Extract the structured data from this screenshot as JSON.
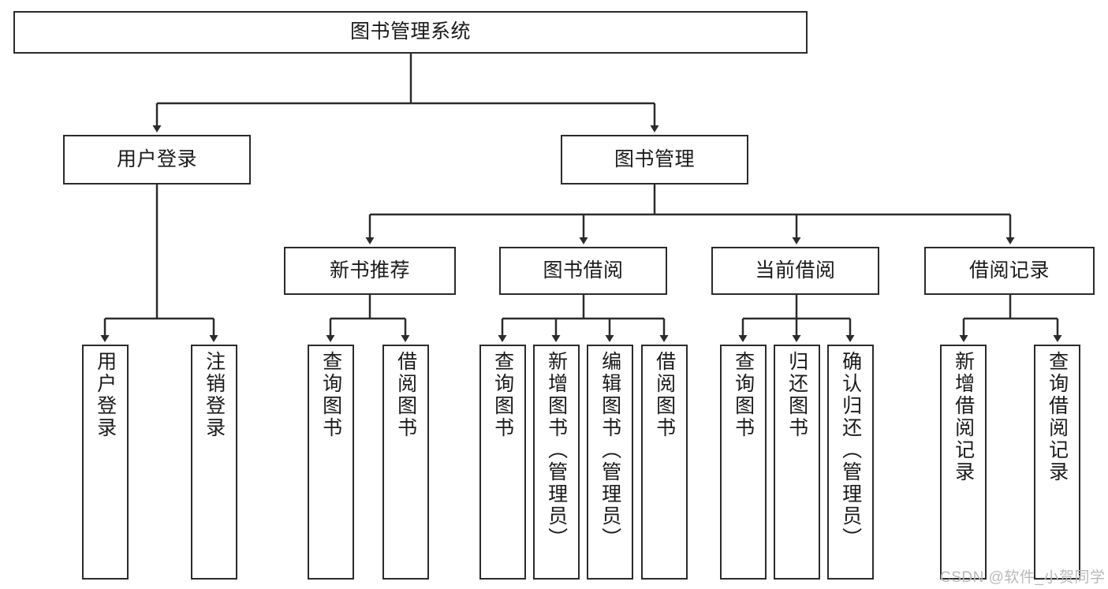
{
  "diagram": {
    "title": "图书管理系统",
    "type": "tree-hierarchy-diagram",
    "colors": {
      "box_border": "#2b2b2b",
      "box_fill": "#ffffff",
      "edge": "#2b2b2b",
      "background": "#ffffff",
      "watermark": "#b9b9b9"
    },
    "nodes": {
      "root": {
        "label": "图书管理系统"
      },
      "level2": [
        {
          "label": "用户登录"
        },
        {
          "label": "图书管理"
        }
      ],
      "level3": [
        {
          "label": "新书推荐"
        },
        {
          "label": "图书借阅"
        },
        {
          "label": "当前借阅"
        },
        {
          "label": "借阅记录"
        }
      ],
      "leaves": {
        "user_login": [
          {
            "label": "用户登录"
          },
          {
            "label": "注销登录"
          }
        ],
        "new_book_recommend": [
          {
            "label": "查询图书"
          },
          {
            "label": "借阅图书"
          }
        ],
        "book_borrow": [
          {
            "label": "查询图书"
          },
          {
            "label": "新增图书（管理员）"
          },
          {
            "label": "编辑图书（管理员）"
          },
          {
            "label": "借阅图书"
          }
        ],
        "current_borrow": [
          {
            "label": "查询图书"
          },
          {
            "label": "归还图书"
          },
          {
            "label": "确认归还（管理员）"
          }
        ],
        "borrow_record": [
          {
            "label": "新增借阅记录"
          },
          {
            "label": "查询借阅记录"
          }
        ]
      }
    },
    "watermark": "CSDN @软件_小贺同学"
  }
}
